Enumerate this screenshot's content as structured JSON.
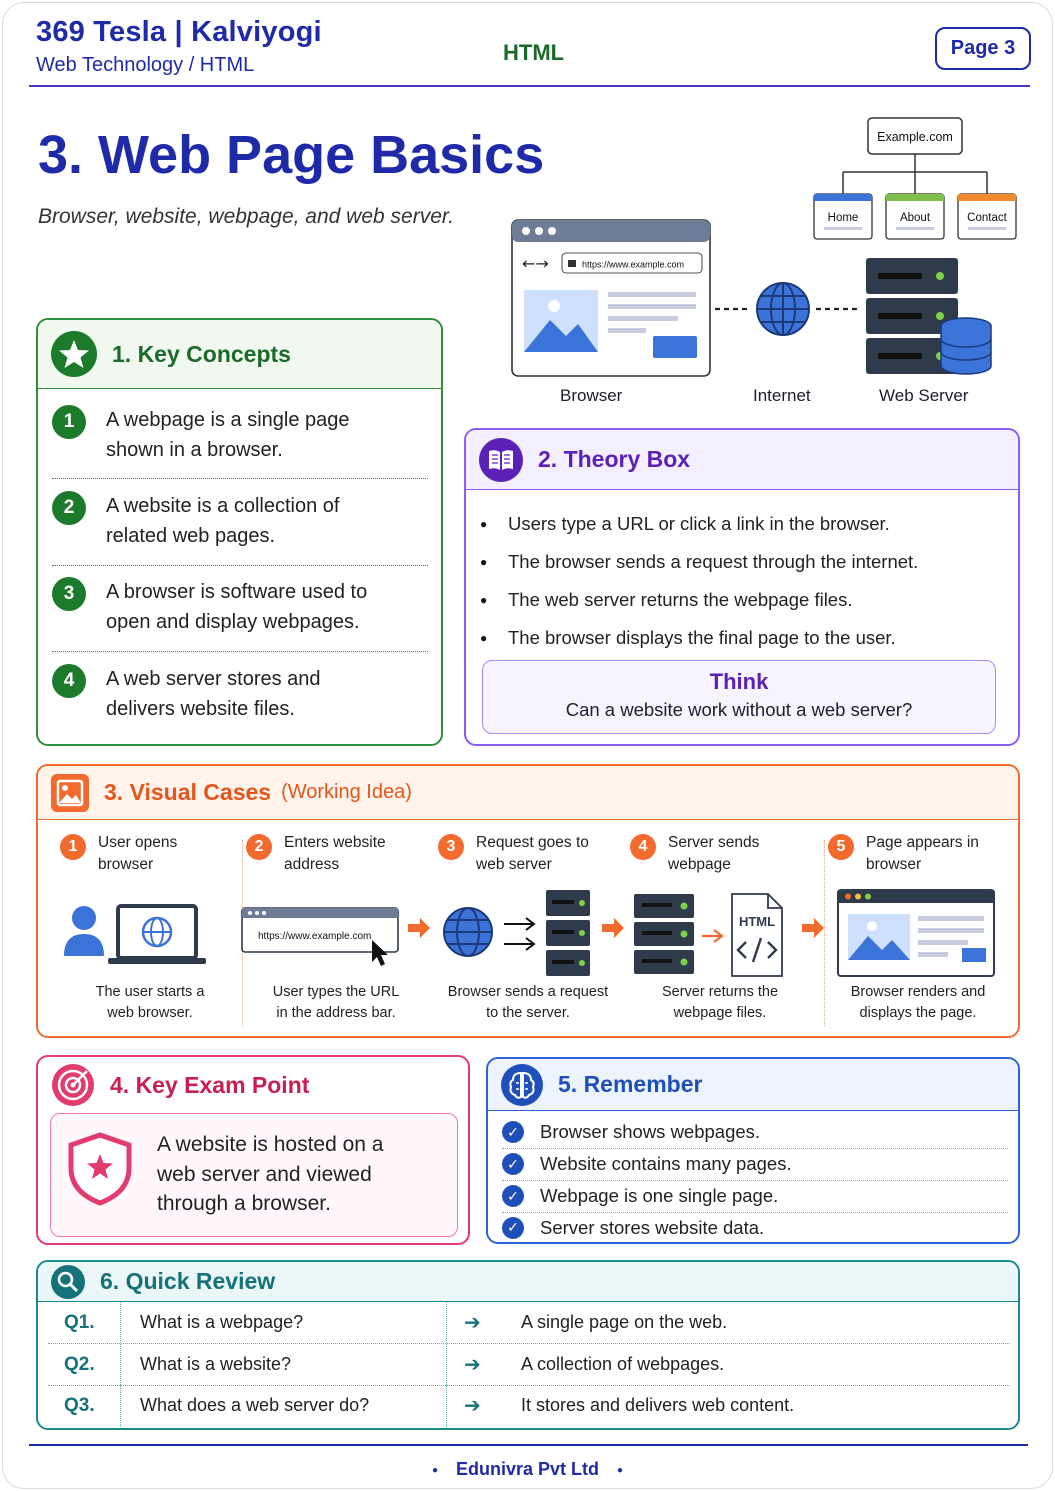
{
  "header": {
    "brand": "369 Tesla | Kalviyogi",
    "course": "Web Technology / HTML",
    "topic": "HTML",
    "page": "Page 3"
  },
  "title": "3. Web Page Basics",
  "subtitle": "Browser, website, webpage, and web server.",
  "diagram": {
    "site_root": "Example.com",
    "site_pages": [
      "Home",
      "About",
      "Contact"
    ],
    "url": "https://www.example.com",
    "labels": [
      "Browser",
      "Internet",
      "Web Server"
    ]
  },
  "key_concepts": {
    "title": "1. Key Concepts",
    "items": [
      {
        "num": "1",
        "lines": [
          "A webpage is a single page",
          "shown in a browser."
        ]
      },
      {
        "num": "2",
        "lines": [
          "A website is a collection of",
          "related web pages."
        ]
      },
      {
        "num": "3",
        "lines": [
          "A browser is software used to",
          "open and display webpages."
        ]
      },
      {
        "num": "4",
        "lines": [
          "A web server stores and",
          "delivers website files."
        ]
      }
    ]
  },
  "theory": {
    "title": "2. Theory Box",
    "points": [
      "Users type a URL or click a link in the browser.",
      "The browser sends a request through the internet.",
      "The web server returns the webpage files.",
      "The browser displays the final page to the user."
    ],
    "think_title": "Think",
    "think_question": "Can a website work without a web server?"
  },
  "visual_cases": {
    "title": "3. Visual Cases",
    "subtitle": "(Working Idea)",
    "steps": [
      {
        "num": "1",
        "title": [
          "User opens",
          "browser"
        ],
        "desc": [
          "The user starts a",
          "web browser."
        ]
      },
      {
        "num": "2",
        "title": [
          "Enters website",
          "address"
        ],
        "desc": [
          "User types the URL",
          "in the address bar."
        ],
        "url": "https://www.example.com"
      },
      {
        "num": "3",
        "title": [
          "Request goes to",
          "web server"
        ],
        "desc": [
          "Browser sends a request",
          "to the server."
        ]
      },
      {
        "num": "4",
        "title": [
          "Server sends",
          "webpage"
        ],
        "desc": [
          "Server returns the",
          "webpage files."
        ],
        "file_label": "HTML"
      },
      {
        "num": "5",
        "title": [
          "Page appears in",
          "browser"
        ],
        "desc": [
          "Browser renders and",
          "displays the page."
        ]
      }
    ]
  },
  "exam_point": {
    "title": "4. Key Exam Point",
    "lines": [
      "A website is hosted on a",
      "web server and viewed",
      "through a browser."
    ]
  },
  "remember": {
    "title": "5. Remember",
    "items": [
      "Browser shows webpages.",
      "Website contains many pages.",
      "Webpage is one single page.",
      "Server stores website data."
    ]
  },
  "quick_review": {
    "title": "6. Quick Review",
    "rows": [
      {
        "q": "Q1.",
        "question": "What is a webpage?",
        "answer": "A single page on the web."
      },
      {
        "q": "Q2.",
        "question": "What is a website?",
        "answer": "A collection of webpages."
      },
      {
        "q": "Q3.",
        "question": "What does a web server do?",
        "answer": "It stores and delivers web content."
      }
    ]
  },
  "footer": "Edunivra Pvt Ltd",
  "colors": {
    "brand_blue": "#1f2aa8",
    "green": "#1c7a2b",
    "purple": "#5b21b6",
    "orange": "#f26a2e",
    "pink": "#e23b6e",
    "blue": "#1f4fb8",
    "teal": "#15717a"
  }
}
